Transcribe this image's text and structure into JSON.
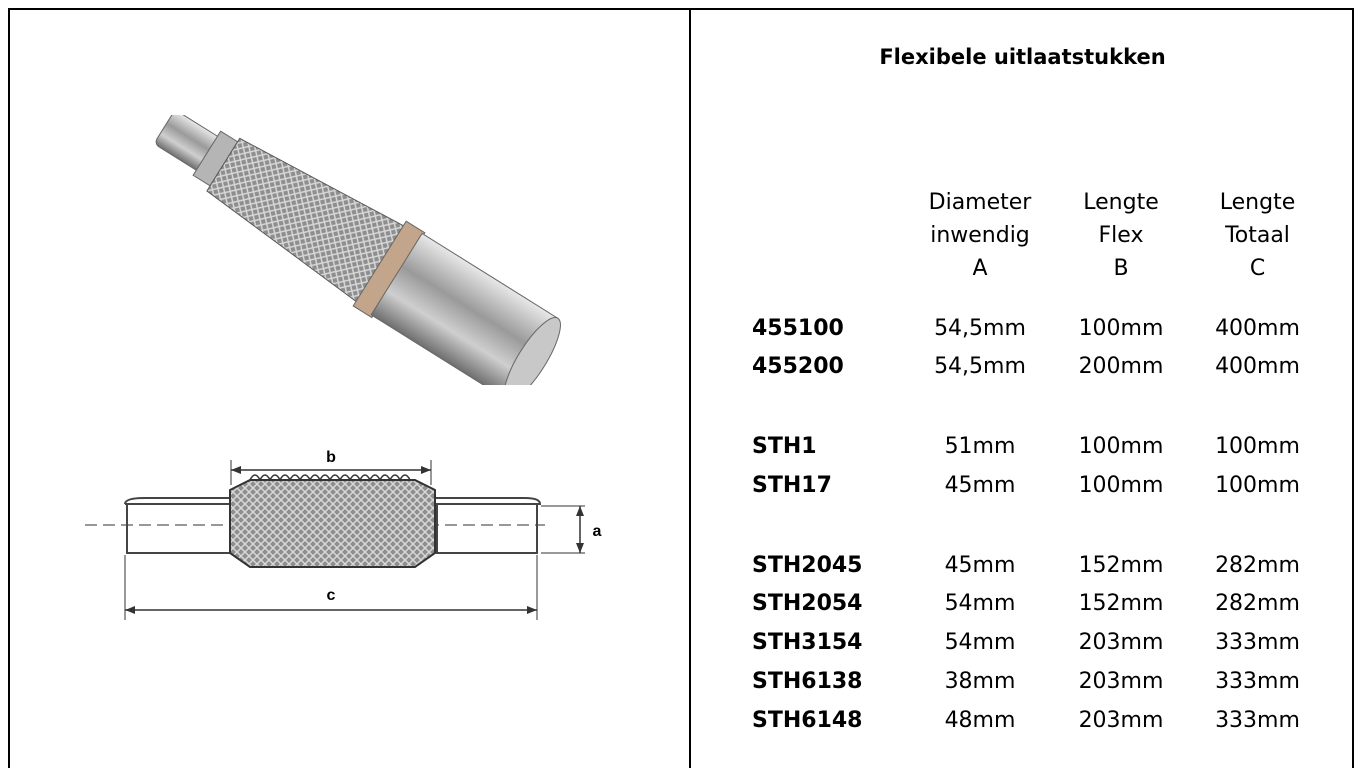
{
  "title": "Flexibele uitlaatstukken",
  "headers": [
    {
      "line1": "Diameter",
      "line2": "inwendig",
      "line3": "A"
    },
    {
      "line1": "Lengte",
      "line2": "Flex",
      "line3": "B"
    },
    {
      "line1": "Lengte",
      "line2": "Totaal",
      "line3": "C"
    }
  ],
  "rows": [
    {
      "code": "455100",
      "a": "54,5mm",
      "b": "100mm",
      "c": "400mm"
    },
    {
      "code": "455200",
      "a": "54,5mm",
      "b": "200mm",
      "c": "400mm"
    },
    {
      "code": "STH1",
      "a": "51mm",
      "b": "100mm",
      "c": "100mm"
    },
    {
      "code": "STH17",
      "a": "45mm",
      "b": "100mm",
      "c": "100mm"
    },
    {
      "code": "STH2045",
      "a": "45mm",
      "b": "152mm",
      "c": "282mm"
    },
    {
      "code": "STH2054",
      "a": "54mm",
      "b": "152mm",
      "c": "282mm"
    },
    {
      "code": "STH3154",
      "a": "54mm",
      "b": "203mm",
      "c": "333mm"
    },
    {
      "code": "STH6138",
      "a": "38mm",
      "b": "203mm",
      "c": "333mm"
    },
    {
      "code": "STH6148",
      "a": "48mm",
      "b": "203mm",
      "c": "333mm"
    }
  ],
  "diagram_labels": {
    "a": "a",
    "b": "b",
    "c": "c"
  }
}
